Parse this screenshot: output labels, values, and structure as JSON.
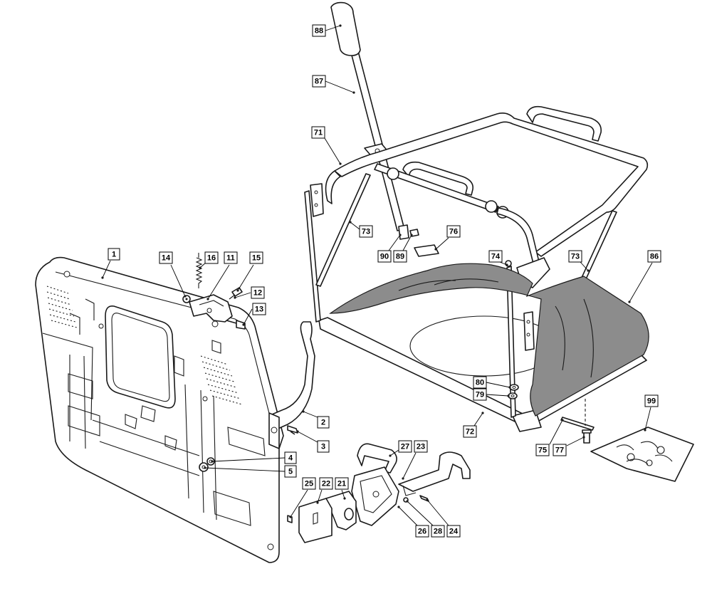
{
  "callouts": [
    {
      "n": "1"
    },
    {
      "n": "2"
    },
    {
      "n": "3"
    },
    {
      "n": "4"
    },
    {
      "n": "5"
    },
    {
      "n": "11"
    },
    {
      "n": "12"
    },
    {
      "n": "13"
    },
    {
      "n": "14"
    },
    {
      "n": "15"
    },
    {
      "n": "16"
    },
    {
      "n": "21"
    },
    {
      "n": "22"
    },
    {
      "n": "23"
    },
    {
      "n": "24"
    },
    {
      "n": "25"
    },
    {
      "n": "26"
    },
    {
      "n": "27"
    },
    {
      "n": "28"
    },
    {
      "n": "71"
    },
    {
      "n": "72"
    },
    {
      "n": "73"
    },
    {
      "n": "73"
    },
    {
      "n": "74"
    },
    {
      "n": "75"
    },
    {
      "n": "76"
    },
    {
      "n": "77"
    },
    {
      "n": "79"
    },
    {
      "n": "80"
    },
    {
      "n": "86"
    },
    {
      "n": "87"
    },
    {
      "n": "88"
    },
    {
      "n": "89"
    },
    {
      "n": "90"
    },
    {
      "n": "99"
    }
  ],
  "colors": {
    "line": "#1a1a1a",
    "cloth": "#8c8c8c",
    "background": "#ffffff"
  }
}
